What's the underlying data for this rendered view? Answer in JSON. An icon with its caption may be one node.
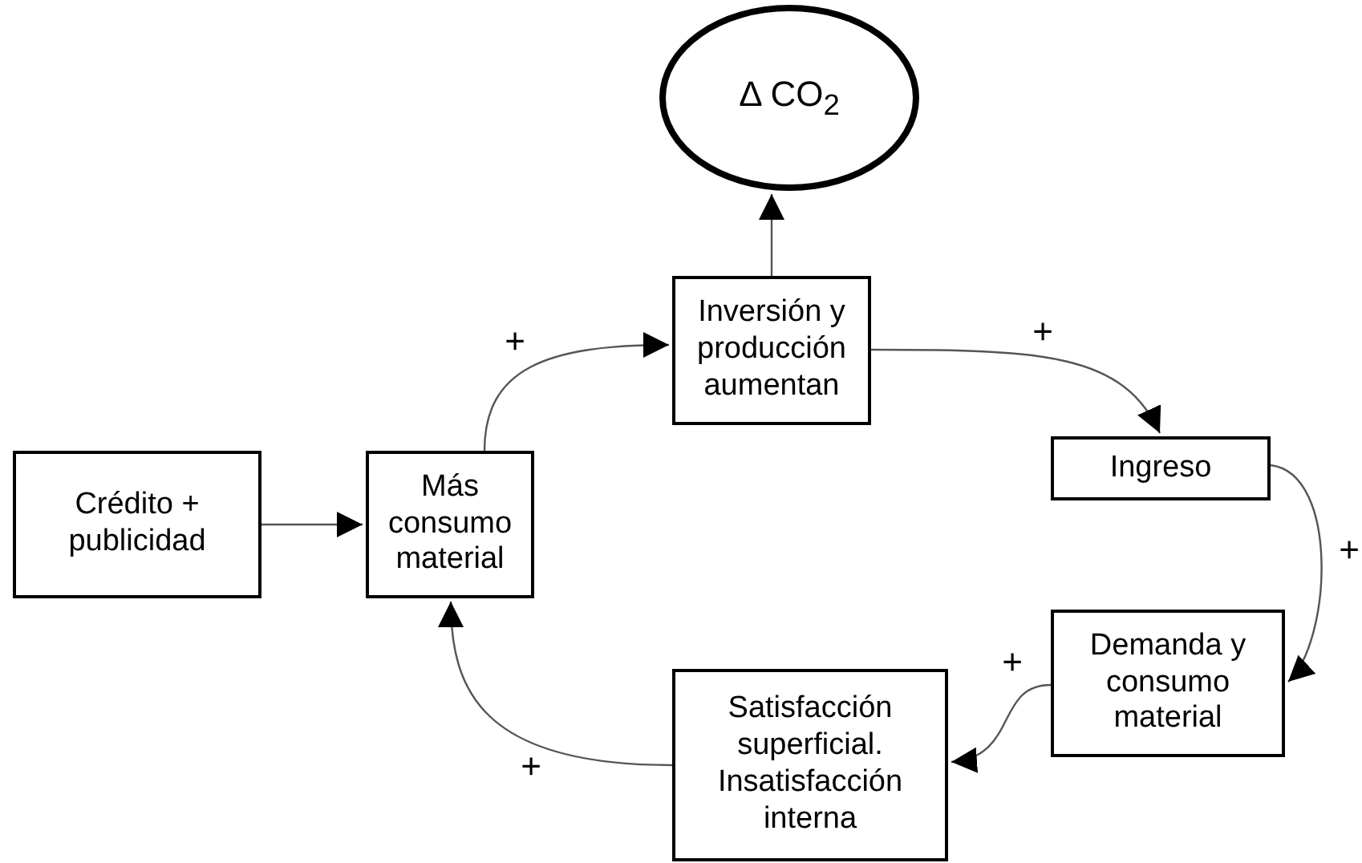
{
  "diagram": {
    "nodes": [
      {
        "text": [
          "Δ CO$_{2}$"
        ]
      },
      {
        "text": [
          "Inversión y producción aumentan"
        ]
      },
      {
        "text": [
          "Ingreso"
        ]
      },
      {
        "text": [
          "Demanda y consumo material"
        ]
      },
      {
        "text": [
          "Satisfacción superficial. Insatisfacción interna"
        ]
      },
      {
        "text": [
          "Crédito + publicidad"
        ]
      },
      {
        "text": [
          "Más consumo material"
        ]
      }
    ],
    "edges": [
      {
        "from": 1,
        "to": 0,
        "arrow": "to"
      },
      {
        "from": 6,
        "to": 1,
        "arrow": "to",
        "label": "+"
      },
      {
        "from": 1,
        "to": 2,
        "arrow": "to",
        "label": "+"
      },
      {
        "from": 2,
        "to": 3,
        "arrow": "to",
        "label": "+"
      },
      {
        "from": 3,
        "to": 4,
        "arrow": "to",
        "label": "+"
      },
      {
        "from": 4,
        "to": 6,
        "arrow": "to",
        "label": "+"
      },
      {
        "from": 5,
        "to": 6,
        "arrow": "to"
      }
    ]
  }
}
